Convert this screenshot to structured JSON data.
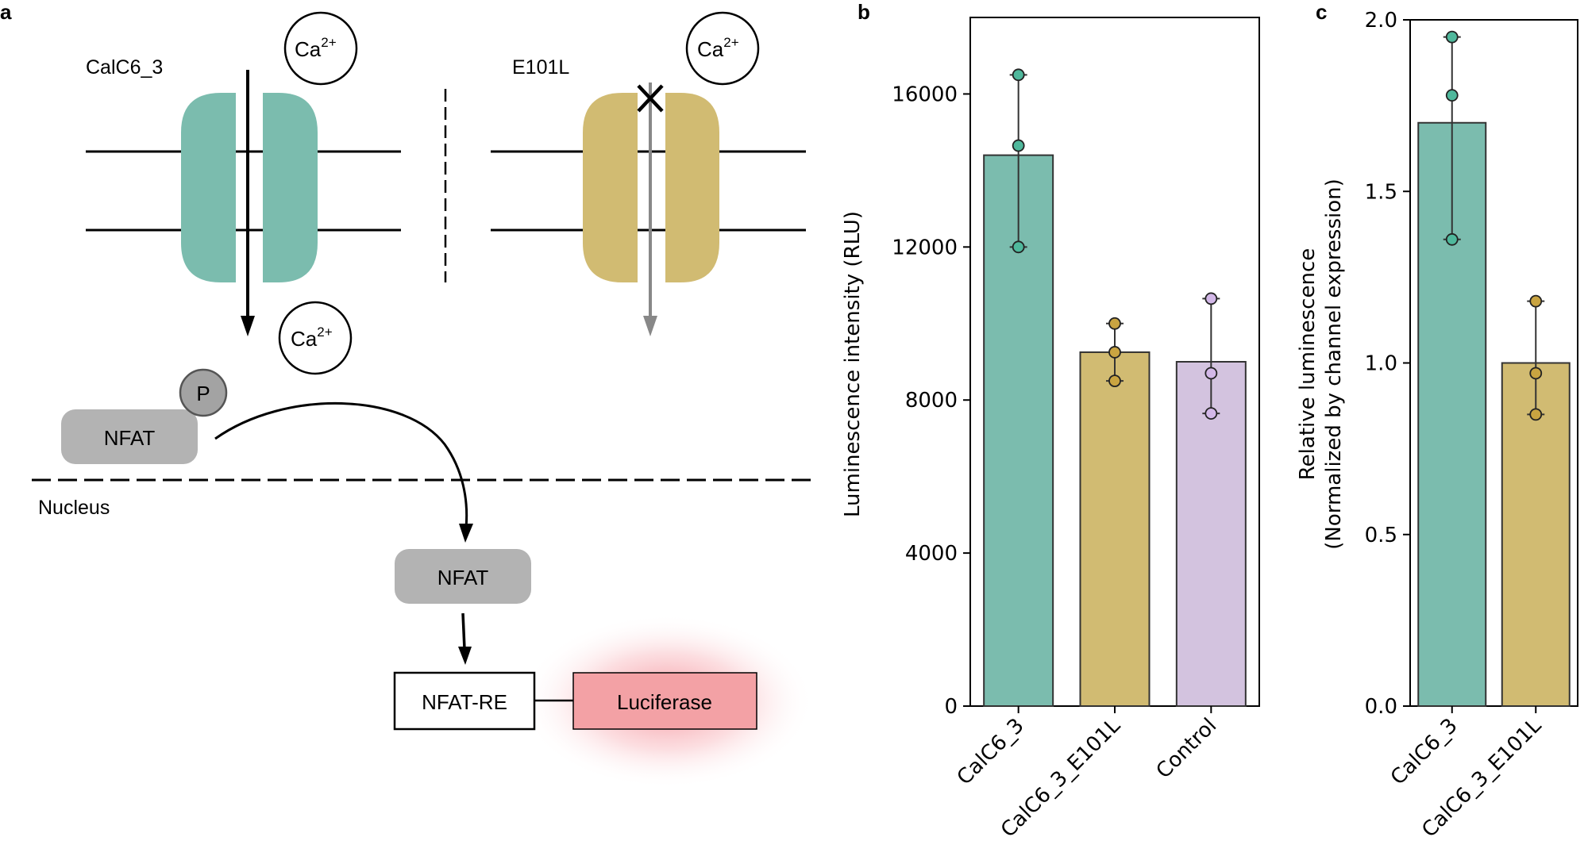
{
  "panel_a": {
    "panel_letter": "a",
    "left_channel_label": "CalC6_3",
    "right_channel_label": "E101L",
    "ion_top_left": "Ca",
    "ion_top_right": "Ca",
    "ion_bottom_left": "Ca",
    "ion_sup": "2+",
    "phospho_label": "P",
    "nfat_cyto": "NFAT",
    "nucleus_label": "Nucleus",
    "nfat_nuclear": "NFAT",
    "response_element": "NFAT-RE",
    "reporter": "Luciferase",
    "colors": {
      "wildtype": "#7bbcae",
      "mutant": "#d1bb72",
      "control": "#d3c3df",
      "nfat": "#b3b3b3",
      "luciferase": "#f3a1a5",
      "blocked_arrow": "#888888"
    }
  },
  "chart_data": [
    {
      "type": "bar",
      "panel_letter": "b",
      "categories": [
        "CalC6_3",
        "CalC6_3_E101L",
        "Control"
      ],
      "values": [
        14400,
        9250,
        9000
      ],
      "error_low": [
        12000,
        8500,
        7650
      ],
      "error_high": [
        16500,
        10000,
        10650
      ],
      "points": [
        [
          16500,
          14650,
          12000
        ],
        [
          10000,
          9250,
          8500
        ],
        [
          10650,
          8700,
          7650
        ]
      ],
      "colors": [
        "#7bbcae",
        "#d1bb72",
        "#d3c3df"
      ],
      "point_colors": [
        "#4fb89c",
        "#c9a441",
        "#d3b8e8"
      ],
      "ylabel": "Luminescence intensity (RLU)",
      "ylim": [
        0,
        18000
      ],
      "yticks": [
        0,
        4000,
        8000,
        12000,
        16000
      ]
    },
    {
      "type": "bar",
      "panel_letter": "c",
      "categories": [
        "CalC6_3",
        "CalC6_3_E101L"
      ],
      "values": [
        1.7,
        1.0
      ],
      "error_low": [
        1.36,
        0.85
      ],
      "error_high": [
        1.95,
        1.18
      ],
      "points": [
        [
          1.95,
          1.78,
          1.36
        ],
        [
          1.18,
          0.97,
          0.85
        ]
      ],
      "colors": [
        "#7bbcae",
        "#d1bb72"
      ],
      "point_colors": [
        "#4fb89c",
        "#c9a441"
      ],
      "ylabel_line1": "Relative luminescence",
      "ylabel_line2": "(Normalized by channel expression)",
      "ylim": [
        0,
        2.0
      ],
      "yticks": [
        "0.0",
        "0.5",
        "1.0",
        "1.5",
        "2.0"
      ]
    }
  ]
}
